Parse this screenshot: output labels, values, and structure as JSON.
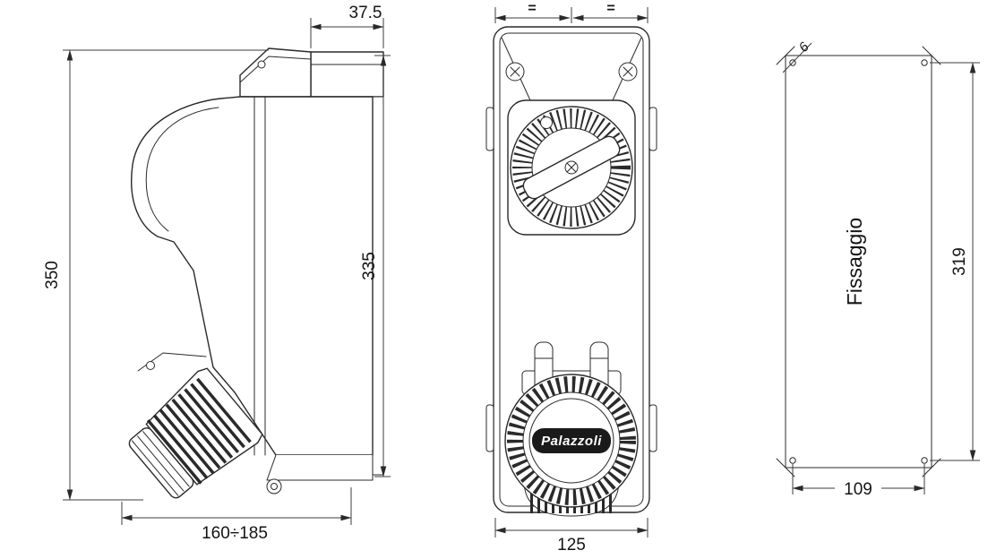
{
  "drawing": {
    "background": "#ffffff",
    "line_color": "#2a2a2a",
    "views": {
      "side": {
        "dim_top_depth": "37.5",
        "dim_overall_height": "350",
        "dim_body_height": "335",
        "dim_depth_range": "160÷185"
      },
      "front": {
        "equal_left": "=",
        "equal_right": "=",
        "dim_width": "125",
        "logo": "Palazzoli"
      },
      "template": {
        "label": "Fissaggio",
        "dim_hole": "6",
        "dim_height": "319",
        "dim_width": "109"
      }
    }
  }
}
